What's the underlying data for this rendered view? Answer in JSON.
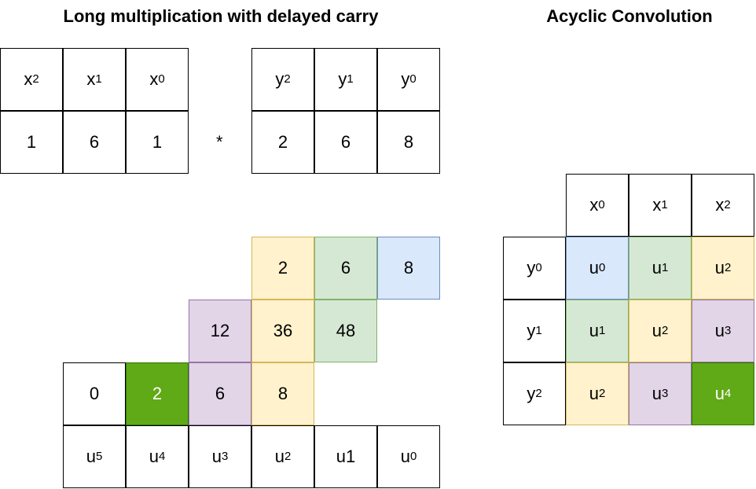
{
  "titles": {
    "left": "Long multiplication with delayed carry",
    "right": "Acyclic Convolution"
  },
  "colors": {
    "blue_fill": "#dae8fc",
    "blue_border": "#6c8ebf",
    "green_fill": "#d5e8d4",
    "green_border": "#82b366",
    "yellow_fill": "#fff2cc",
    "yellow_border": "#d6b656",
    "purple_fill": "#e1d5e7",
    "purple_border": "#9673a6",
    "dark_green_fill": "#60a917",
    "dark_green_border": "#2d7600"
  },
  "operator": "*",
  "x_table": {
    "header": [
      {
        "base": "x",
        "sub": "2"
      },
      {
        "base": "x",
        "sub": "1"
      },
      {
        "base": "x",
        "sub": "0"
      }
    ],
    "values": [
      "1",
      "6",
      "1"
    ]
  },
  "y_table": {
    "header": [
      {
        "base": "y",
        "sub": "2"
      },
      {
        "base": "y",
        "sub": "1"
      },
      {
        "base": "y",
        "sub": "0"
      }
    ],
    "values": [
      "2",
      "6",
      "8"
    ]
  },
  "partial_rows": [
    [
      "2",
      "6",
      "8"
    ],
    [
      "12",
      "36",
      "48"
    ],
    [
      "0",
      "2",
      "6",
      "8"
    ]
  ],
  "result_row": [
    {
      "base": "u",
      "sub": "5"
    },
    {
      "base": "u",
      "sub": "4"
    },
    {
      "base": "u",
      "sub": "3"
    },
    {
      "base": "u",
      "sub": "2"
    },
    {
      "base": "u1",
      "sub": ""
    },
    {
      "base": "u",
      "sub": "0"
    }
  ],
  "convolution": {
    "col_headers": [
      {
        "base": "x",
        "sub": "0"
      },
      {
        "base": "x",
        "sub": "1"
      },
      {
        "base": "x",
        "sub": "2"
      }
    ],
    "row_headers": [
      {
        "base": "y",
        "sub": "0"
      },
      {
        "base": "y",
        "sub": "1"
      },
      {
        "base": "y",
        "sub": "2"
      }
    ],
    "grid": [
      [
        {
          "base": "u",
          "sub": "0"
        },
        {
          "base": "u",
          "sub": "1"
        },
        {
          "base": "u",
          "sub": "2"
        }
      ],
      [
        {
          "base": "u",
          "sub": "1"
        },
        {
          "base": "u",
          "sub": "2"
        },
        {
          "base": "u",
          "sub": "3"
        }
      ],
      [
        {
          "base": "u",
          "sub": "2"
        },
        {
          "base": "u",
          "sub": "3"
        },
        {
          "base": "u",
          "sub": "4"
        }
      ]
    ]
  }
}
